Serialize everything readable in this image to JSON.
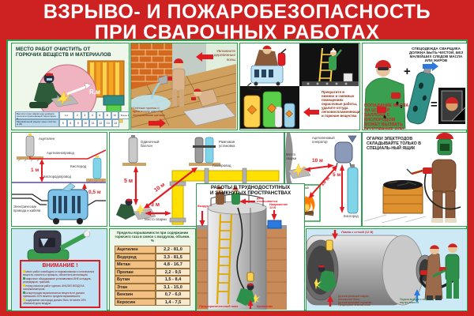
{
  "title": {
    "line1": "ВЗРЫВО- И ПОЖАРОБЕЗОПАСНОСТЬ",
    "line2": "ПРИ СВАРОЧНЫХ РАБОТАХ"
  },
  "colors": {
    "background_red": "#ce2222",
    "frame_green": "#2f9e51",
    "warning_red": "#e11b22",
    "panel_light_green": "#eef7e9",
    "panel_light_blue": "#cde9f6",
    "gas_pipe_yellow": "#ffe000"
  },
  "panels": {
    "clear_area": {
      "heading": "МЕСТО РАБОТ ОЧИСТИТЬ ОТ ГОРЮЧИХ ВЕЩЕСТВ И МАТЕРИАЛОВ",
      "radius_label": "R,м",
      "table": {
        "row1_label": "Высота точки сварки над уровнем пола или прилегающей территории, м",
        "row1": [
          "0-2",
          "2",
          "3",
          "4",
          "6",
          "8",
          "10",
          "Более 10"
        ],
        "row2_label": "Минимальный радиус зоны очистки, м (R)",
        "row2": [
          "5",
          "8",
          "9",
          "10",
          "11",
          "12",
          "13",
          "14"
        ]
      }
    },
    "wet_floor": {
      "moisten_note": "Увлажните\nдеревянные\nполы",
      "close_note": "Стенные проемы и щели в полу закройте несгораемыми щитами"
    },
    "stop_paint": {
      "note": "Прекратите в нижних и смежных помещениях окрасочные работы, удалите оттуда легковоспламеняющиеся и горючие вещества"
    },
    "clean_clothes": {
      "heading": "СПЕЦОДЕЖДА СВАРЩИКА ДОЛЖНА БЫТЬ ЧИСТОЙ, БЕЗ МАЛЕЙШИХ СЛЕДОВ МАСЛА ИЛИ ЖИРОВ",
      "warning": "ПОПАДАНИЕ МАСЛА НА ШТУЦЕР БАЛЛОНА С КИСЛОРОДОМ МОЖЕТ ВЫЗВАТЬ ВОЗГОРАНИЕ ИЛИ ВЗРЫВ",
      "plus": "+",
      "equals": "="
    },
    "pipelines": {
      "acetylene": "Ацетилен",
      "acetylene_pipe": "Ацетиленопровод",
      "oxygen": "Кислород",
      "oxygen_pipe": "Кислородопровод",
      "d1": "1 м",
      "d05": "0,5 м",
      "cables": "Электрические\nпровода и кабели"
    },
    "distances": {
      "single_cylinder": "Одиночный\nбаллон",
      "ramp": "Рамповая\nустановка",
      "gas_pipe": "Газопровод",
      "d5": "5 м",
      "d10": "10 м",
      "d3": "3 м",
      "weld_place": "Место сварки"
    },
    "generator": {
      "title": "Ацетиленовый\nгенератор",
      "weld_place": "Место\nсварки",
      "open_fire": "Открытый\nогонь",
      "oxygen": "Кислород",
      "d10_1": "10 м",
      "d10_2": "10 м",
      "d5": "5 м"
    },
    "stubs": {
      "note": "ОГАРКИ ЭЛЕКТРОДОВ СКЛАДЫВАЙТЕ ТОЛЬКО В СПЕЦИАЛЬ-НЫЙ ЯЩИК"
    },
    "attention": {
      "heading": "ВНИМАНИЕ !",
      "items": [
        "место работ освободить от взрывоопасных и огнеопасных веществ, очистить и промыть, обеспечить вентиляцию;",
        "сварочное оборудование устанавливать ВНЕ колодцев, резервуаров, траншей;",
        "перед началом работ сделать АНАЛИЗ ВОЗДУХА газоанализатором;",
        "концентрация взрывоопасных веществ не должна превышать 20% нижнего предела взрываемости;",
        "содержание кислорода должно быть не менее 19% объемной доли воздуха"
      ]
    },
    "limits_table": {
      "caption": "Пределы взрываемости при содержании горючего газа в смеси с воздухом, объемн. %",
      "rows": [
        [
          "Ацетилен",
          "2,2 - 81,0"
        ],
        [
          "Водород",
          "3,3 - 81,5"
        ],
        [
          "Метан",
          "4,8 - 16,7"
        ],
        [
          "Пропан",
          "2,2 - 9,5"
        ],
        [
          "Бутан",
          "1,5 - 8,4"
        ],
        [
          "Этан",
          "3,1 - 15,0"
        ],
        [
          "Бензин",
          "0,7 - 6,0"
        ],
        [
          "Керосин",
          "1,4 - 7,5"
        ]
      ]
    },
    "confined": {
      "heading": "РАБОТЫ В ТРУДНОДОСТУПНЫХ\nИ ЗАМКНУТЫХ ПРОСТРАНСТВАХ",
      "air": "Воздух",
      "smoke": "Дым\nотсасывается",
      "voltage": "Напряжение\n12 В",
      "belt": "Предохранительный пояс",
      "rope": "Крепление"
    },
    "cistern": {
      "lamp": "Лампа с сеткой (12 В)",
      "equipment": "Диэлектрический коврик,\nгалоши или боты.\nДиэлектрические перчатки.\nПредохранительный пояс",
      "air_supply": "Подача воздуха к сварщику\nвнутрь емкости"
    }
  }
}
